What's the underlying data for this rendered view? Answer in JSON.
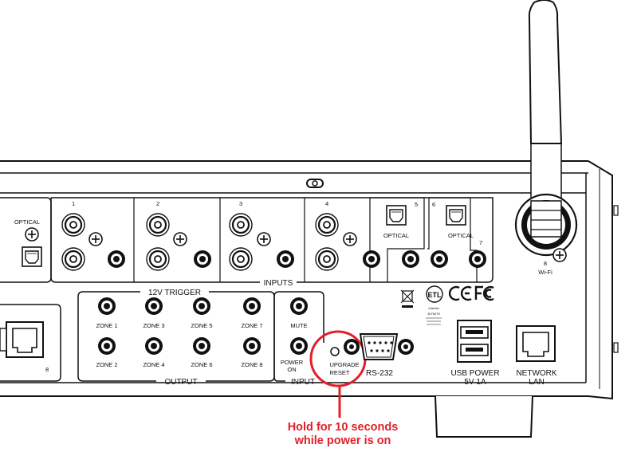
{
  "colors": {
    "callout": "#e0202a",
    "line": "#111111"
  },
  "panel": {
    "optical_left": "OPTICAL",
    "input_numbers": [
      "1",
      "2",
      "3",
      "4",
      "5",
      "6",
      "7"
    ],
    "optical_5": "OPTICAL",
    "optical_6": "OPTICAL",
    "inputs_label": "INPUTS",
    "trigger_label": "12V TRIGGER",
    "zones_top": [
      "ZONE 1",
      "ZONE 3",
      "ZONE 5",
      "ZONE 7"
    ],
    "zones_bottom": [
      "ZONE 2",
      "ZONE 4",
      "ZONE 6",
      "ZONE 8"
    ],
    "output_label": "OUTPUT",
    "mute_label": "MUTE",
    "power_on_line1": "POWER",
    "power_on_line2": "ON",
    "input_label": "INPUT",
    "ethernet_left_number": "8",
    "upgrade_line1": "UPGRADE",
    "upgrade_line2": "RESET",
    "rs232_label": "RS-232",
    "usb_line1": "USB POWER",
    "usb_line2": "5V 1A",
    "network_line1": "NETWORK",
    "network_line2": "LAN",
    "wifi_number": "8",
    "wifi_label": "Wi-Fi",
    "cert_intertek": "Intertek",
    "cert_number": "3076079"
  },
  "callout": {
    "line1": "Hold for 10 seconds",
    "line2": "while power is on"
  }
}
